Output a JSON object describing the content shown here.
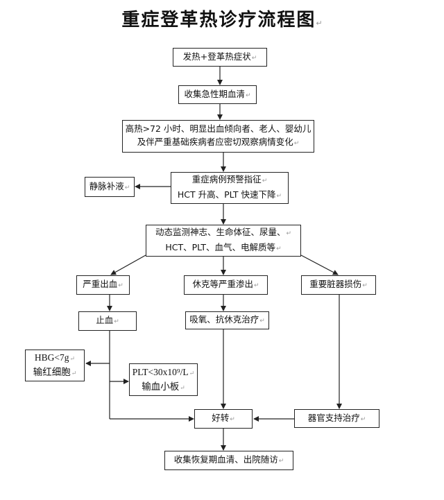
{
  "title": "重症登革热诊疗流程图",
  "paragraph_mark": "↵",
  "colors": {
    "line": "#222222",
    "box_border": "#222222",
    "background": "#ffffff",
    "text": "#111111"
  },
  "nodes": {
    "symptoms": {
      "lines": [
        "发热+登革热症状"
      ]
    },
    "acute_serum": {
      "lines": [
        "收集急性期血清"
      ]
    },
    "observe": {
      "lines": [
        "高热>72 小时、明显出血倾向者、老人、婴幼儿",
        "及伴严重基础疾病者应密切观察病情变化"
      ]
    },
    "warning": {
      "lines": [
        "重症病例预警指征",
        "HCT 升高、PLT 快速下降"
      ]
    },
    "iv_fluid": {
      "lines": [
        "静脉补液"
      ]
    },
    "monitor": {
      "lines": [
        "动态监测神志、生命体征、尿量、",
        "HCT、PLT、血气、电解质等"
      ]
    },
    "severe_bleeding": {
      "lines": [
        "严重出血"
      ]
    },
    "shock": {
      "lines": [
        "休克等严重渗出"
      ]
    },
    "organ_damage": {
      "lines": [
        "重要脏器损伤"
      ]
    },
    "hemostasis": {
      "lines": [
        "止血"
      ]
    },
    "oxygen": {
      "lines": [
        "吸氧、抗休克治疗"
      ]
    },
    "rbc": {
      "lines": [
        "HBG<7g",
        "输红细胞"
      ]
    },
    "platelet": {
      "lines": [
        "PLT<30x10⁹/L",
        "输血小板"
      ]
    },
    "improve": {
      "lines": [
        "好转"
      ]
    },
    "organ_support": {
      "lines": [
        "器官支持治疗"
      ]
    },
    "recovery": {
      "lines": [
        "收集恢复期血清、出院随访"
      ]
    }
  }
}
